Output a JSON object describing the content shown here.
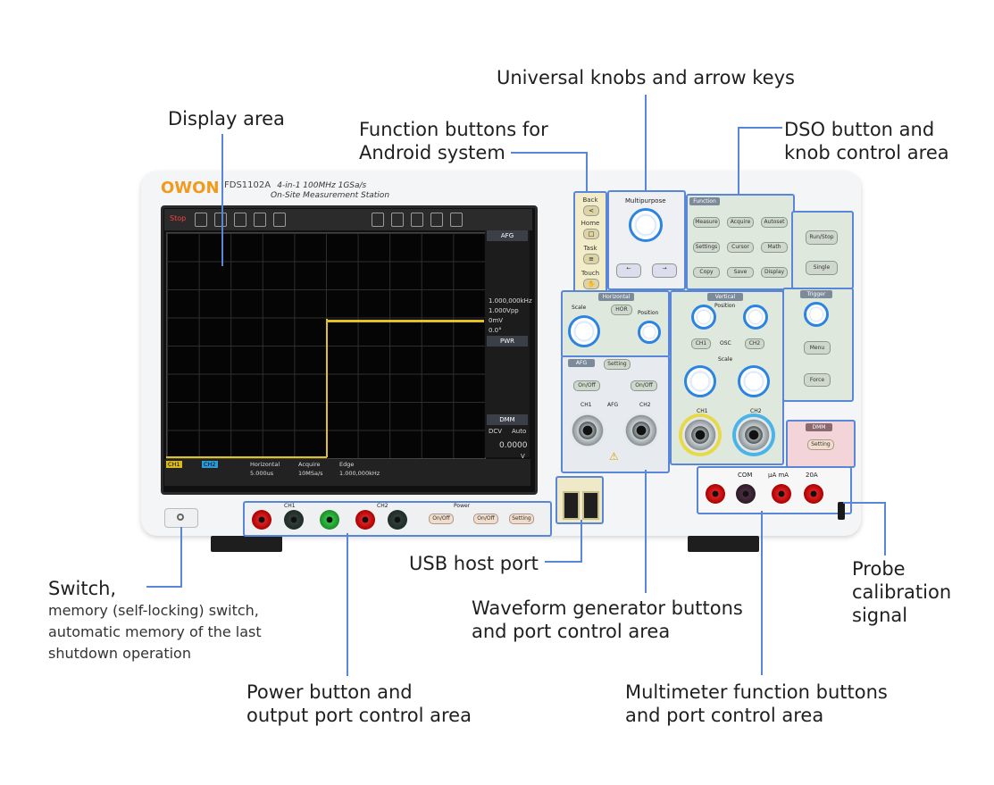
{
  "device": {
    "brand": "OWON",
    "model": "FDS1102A",
    "tagline_line1": "4-in-1  100MHz  1GSa/s",
    "tagline_line2": "On-Site Measurement Station",
    "screen": {
      "stop_label": "Stop",
      "side_afg": "AFG",
      "side_freq": "1.000,000kHz",
      "side_amp": "1.000Vpp",
      "side_offset": "0mV",
      "side_phase": "0.0°",
      "side_pwr": "PWR",
      "side_dmm": "DMM",
      "side_dcv": "DCV",
      "side_auto": "Auto",
      "side_reading": "0.0000",
      "side_unit": "V",
      "ch1_label": "CH1",
      "ch2_label": "CH2",
      "horizontal_label": "Horizontal",
      "acquire_label": "Acquire",
      "edge_label": "Edge",
      "time_row": "5.000us",
      "rate_row": "10MSa/s",
      "freq_row": "1.000,000kHz"
    },
    "panel": {
      "back": "Back",
      "home": "Home",
      "task": "Task",
      "touch": "Touch",
      "multipurpose": "Multipurpose",
      "function_head": "Function",
      "func_buttons": [
        "Measure",
        "Acquire",
        "Autoset",
        "Settings",
        "Cursor",
        "Math",
        "Copy",
        "Save",
        "Display"
      ],
      "run_stop": "Run/Stop",
      "single": "Single",
      "horizontal_head": "Horizontal",
      "scale": "Scale",
      "hor_btn": "HOR",
      "position": "Position",
      "vertical_head": "Vertical",
      "ch1": "CH1",
      "ch2": "CH2",
      "osc": "OSC",
      "trigger_head": "Trigger",
      "menu": "Menu",
      "force": "Force",
      "afg_head": "AFG",
      "setting": "Setting",
      "on_off": "On/Off",
      "afg_mid": "AFG",
      "dmm_head": "DMM",
      "com": "COM",
      "ua_ma": "μA mA",
      "a20": "20A",
      "power_head_mid": "Power",
      "pwr_ch1": "CH1",
      "pwr_ch2": "CH2"
    }
  },
  "callouts": {
    "display_area": "Display area",
    "android_line1": "Function buttons for",
    "android_line2": "Android system",
    "universal": "Universal knobs and arrow keys",
    "dso_line1": "DSO button and",
    "dso_line2": "knob control area",
    "switch_title": "Switch,",
    "switch_sub1": "memory (self-locking) switch,",
    "switch_sub2": "automatic memory of the last",
    "switch_sub3": "shutdown operation",
    "usb": "USB host port",
    "probe_line1": "Probe",
    "probe_line2": "calibration",
    "probe_line3": "signal",
    "waveform_line1": "Waveform generator buttons",
    "waveform_line2": "and port control area",
    "power_line1": "Power button and",
    "power_line2": "output port control area",
    "multimeter_line1": "Multimeter function buttons",
    "multimeter_line2": "and port control area"
  },
  "colors": {
    "leader": "#5a86d8",
    "brand_accent": "#f29a1e",
    "trace": "#e2c020",
    "knob_blue": "#2c84e0"
  }
}
